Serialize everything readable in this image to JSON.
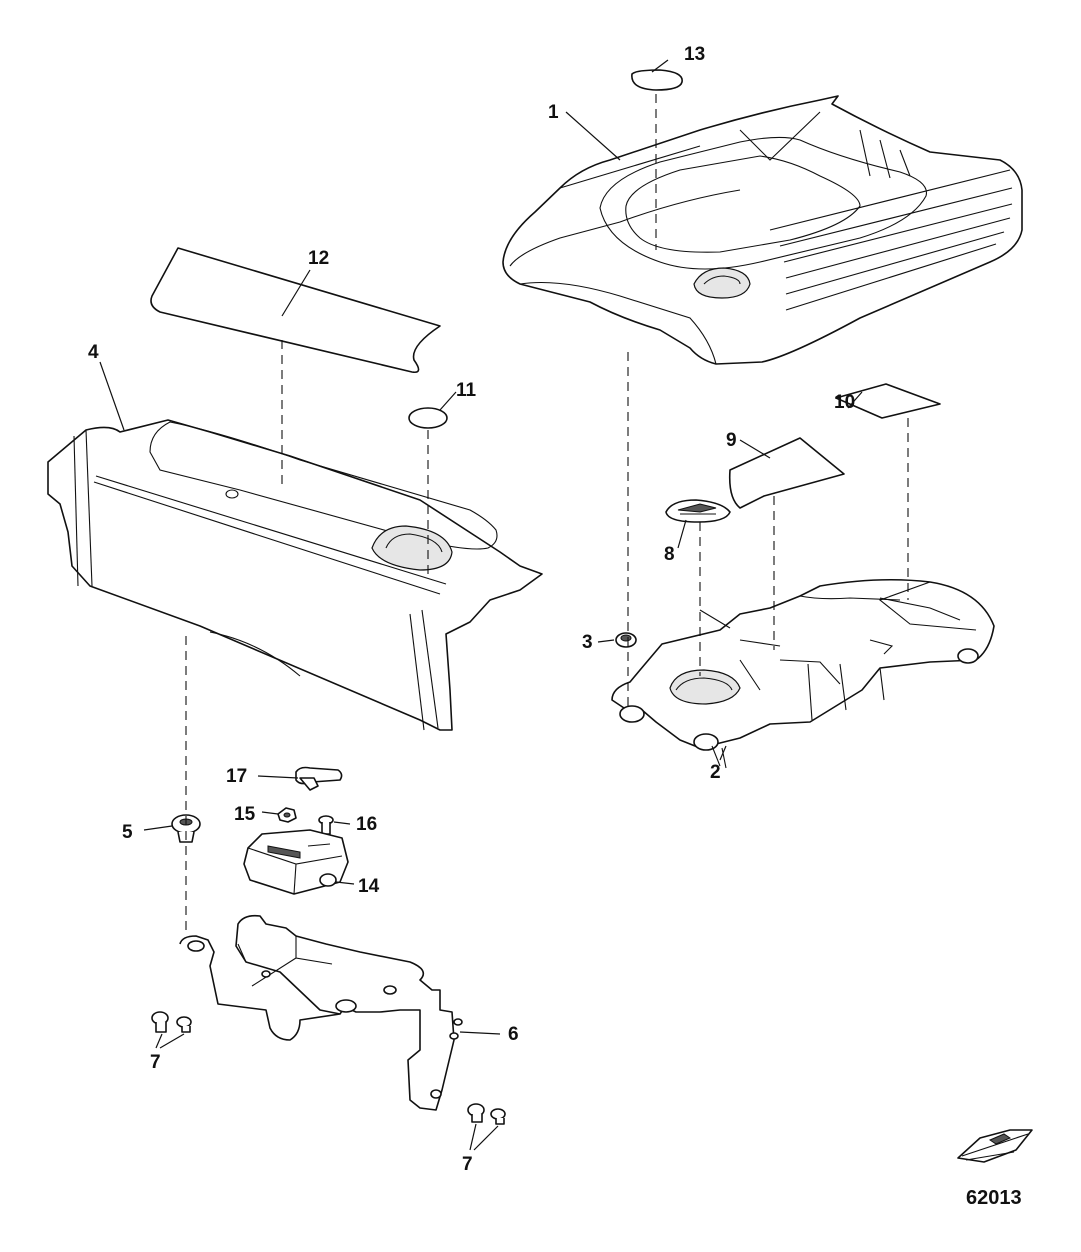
{
  "figure_number": "62013",
  "callouts": [
    {
      "id": "1",
      "text": "1"
    },
    {
      "id": "2",
      "text": "2"
    },
    {
      "id": "3",
      "text": "3"
    },
    {
      "id": "4",
      "text": "4"
    },
    {
      "id": "5",
      "text": "5"
    },
    {
      "id": "6",
      "text": "6"
    },
    {
      "id": "7a",
      "text": "7"
    },
    {
      "id": "7b",
      "text": "7"
    },
    {
      "id": "8",
      "text": "8"
    },
    {
      "id": "9",
      "text": "9"
    },
    {
      "id": "10",
      "text": "10"
    },
    {
      "id": "11",
      "text": "11"
    },
    {
      "id": "12",
      "text": "12"
    },
    {
      "id": "13",
      "text": "13"
    },
    {
      "id": "14",
      "text": "14"
    },
    {
      "id": "15",
      "text": "15"
    },
    {
      "id": "16",
      "text": "16"
    },
    {
      "id": "17",
      "text": "17"
    }
  ],
  "icons": {
    "boat": "boat-icon"
  }
}
